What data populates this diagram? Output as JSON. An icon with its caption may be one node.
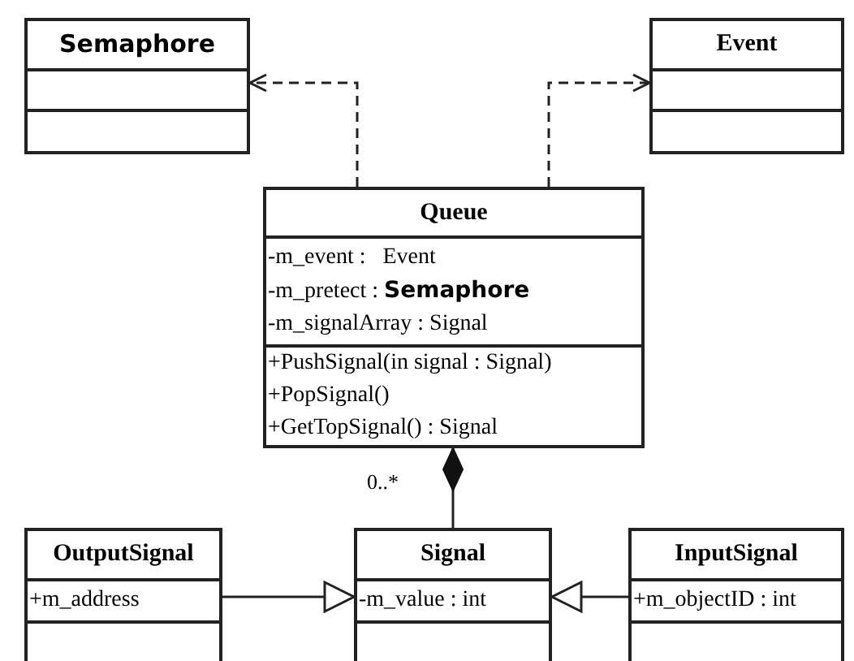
{
  "diagram": {
    "nodes": [
      {
        "text": [
          "Semaphore"
        ]
      },
      {
        "text": [
          "Event"
        ]
      },
      {
        "text": [
          "Queue",
          "-m_event :   Event",
          "-m_pretect : **Semaphore**",
          "-m_signalArray : Signal",
          "+PushSignal(in signal : Signal)",
          "+PopSignal()",
          "+GetTopSignal() : Signal"
        ]
      },
      {
        "text": [
          "Signal",
          "-m_value : int"
        ]
      },
      {
        "text": [
          "OutputSignal",
          "+m_address"
        ]
      },
      {
        "text": [
          "InputSignal",
          "+m_objectID : int"
        ]
      }
    ],
    "edges": [
      {
        "from": 2,
        "to": 0,
        "arrow": "to",
        "style": "dashed"
      },
      {
        "from": 2,
        "to": 1,
        "arrow": "to",
        "style": "dashed"
      },
      {
        "from": 2,
        "to": 3,
        "arrow": "other"
      },
      {
        "from": 4,
        "to": 3,
        "arrow": "to"
      },
      {
        "from": 5,
        "to": 3,
        "arrow": "to"
      }
    ],
    "labels": [
      "0..*"
    ]
  }
}
